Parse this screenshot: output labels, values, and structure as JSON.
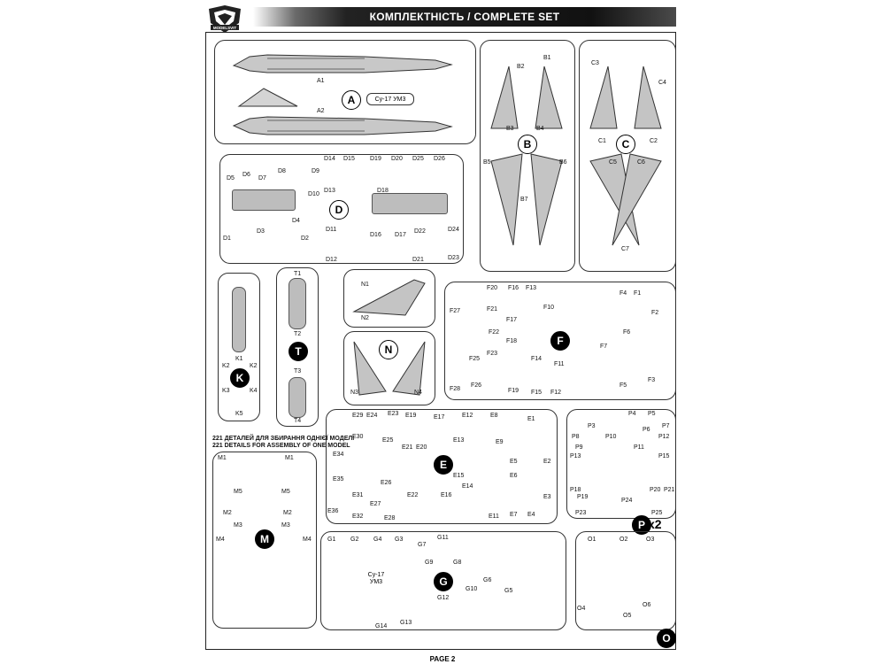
{
  "header": {
    "title": "КОМПЛЕКТНІСТЬ / COMPLETE SET",
    "logo_icon": "modelsvit-logo-icon",
    "logo_text": "MODELSVIT"
  },
  "note": {
    "line1": "221 ДЕТАЛЕЙ ДЛЯ ЗБИРАННЯ ОДНІЄЇ МОДЕЛІ",
    "line2": "221 DETAILS FOR ASSEMBLY OF ONE MODEL"
  },
  "footer": {
    "page": "PAGE 2"
  },
  "sprues": {
    "A": {
      "badge": "A",
      "parts": [
        "A1",
        "A2"
      ],
      "plate": "Су-17 УМ3"
    },
    "B": {
      "badge": "B",
      "parts": [
        "B1",
        "B2",
        "B3",
        "B4",
        "B5",
        "B6",
        "B7"
      ]
    },
    "C": {
      "badge": "C",
      "parts": [
        "C1",
        "C2",
        "C3",
        "C4",
        "C5",
        "C6",
        "C7"
      ]
    },
    "D": {
      "badge": "D",
      "parts": [
        "D1",
        "D2",
        "D3",
        "D4",
        "D5",
        "D6",
        "D7",
        "D8",
        "D9",
        "D10",
        "D11",
        "D12",
        "D13",
        "D14",
        "D15",
        "D16",
        "D17",
        "D18",
        "D19",
        "D20",
        "D21",
        "D22",
        "D23",
        "D24",
        "D25",
        "D26"
      ]
    },
    "N": {
      "badge": "N",
      "parts": [
        "N1",
        "N2",
        "N3",
        "N4"
      ]
    },
    "F": {
      "badge": "F",
      "parts": [
        "F1",
        "F2",
        "F3",
        "F4",
        "F5",
        "F6",
        "F7",
        "F10",
        "F11",
        "F12",
        "F13",
        "F14",
        "F15",
        "F16",
        "F17",
        "F18",
        "F19",
        "F20",
        "F21",
        "F22",
        "F23",
        "F25",
        "F26",
        "F27",
        "F28"
      ]
    },
    "K": {
      "badge": "K",
      "parts": [
        "K1",
        "K2",
        "K2",
        "K3",
        "K4",
        "K5"
      ]
    },
    "T": {
      "badge": "T",
      "parts": [
        "T1",
        "T2",
        "T3",
        "T4"
      ]
    },
    "E": {
      "badge": "E",
      "parts": [
        "E1",
        "E2",
        "E3",
        "E4",
        "E5",
        "E6",
        "E7",
        "E8",
        "E9",
        "E11",
        "E12",
        "E13",
        "E14",
        "E15",
        "E16",
        "E17",
        "E19",
        "E20",
        "E21",
        "E22",
        "E23",
        "E24",
        "E25",
        "E26",
        "E27",
        "E28",
        "E29",
        "E30",
        "E31",
        "E32",
        "E34",
        "E35",
        "E36"
      ]
    },
    "P": {
      "badge": "P",
      "multiplier": "x2",
      "parts": [
        "P3",
        "P4",
        "P5",
        "P6",
        "P7",
        "P8",
        "P9",
        "P10",
        "P11",
        "P12",
        "P13",
        "P15",
        "P18",
        "P19",
        "P20",
        "P21",
        "P23",
        "P24",
        "P25"
      ]
    },
    "M": {
      "badge": "M",
      "parts": [
        "M1",
        "M1",
        "M2",
        "M2",
        "M3",
        "M3",
        "M4",
        "M4",
        "M5",
        "M5"
      ]
    },
    "G": {
      "badge": "G",
      "plate": "Су-17 УМ3",
      "parts": [
        "G1",
        "G2",
        "G3",
        "G4",
        "G5",
        "G6",
        "G7",
        "G8",
        "G9",
        "G10",
        "G11",
        "G12",
        "G13",
        "G14"
      ]
    },
    "O": {
      "badge": "O",
      "parts": [
        "O1",
        "O2",
        "O3",
        "O4",
        "O5",
        "O6"
      ]
    }
  }
}
